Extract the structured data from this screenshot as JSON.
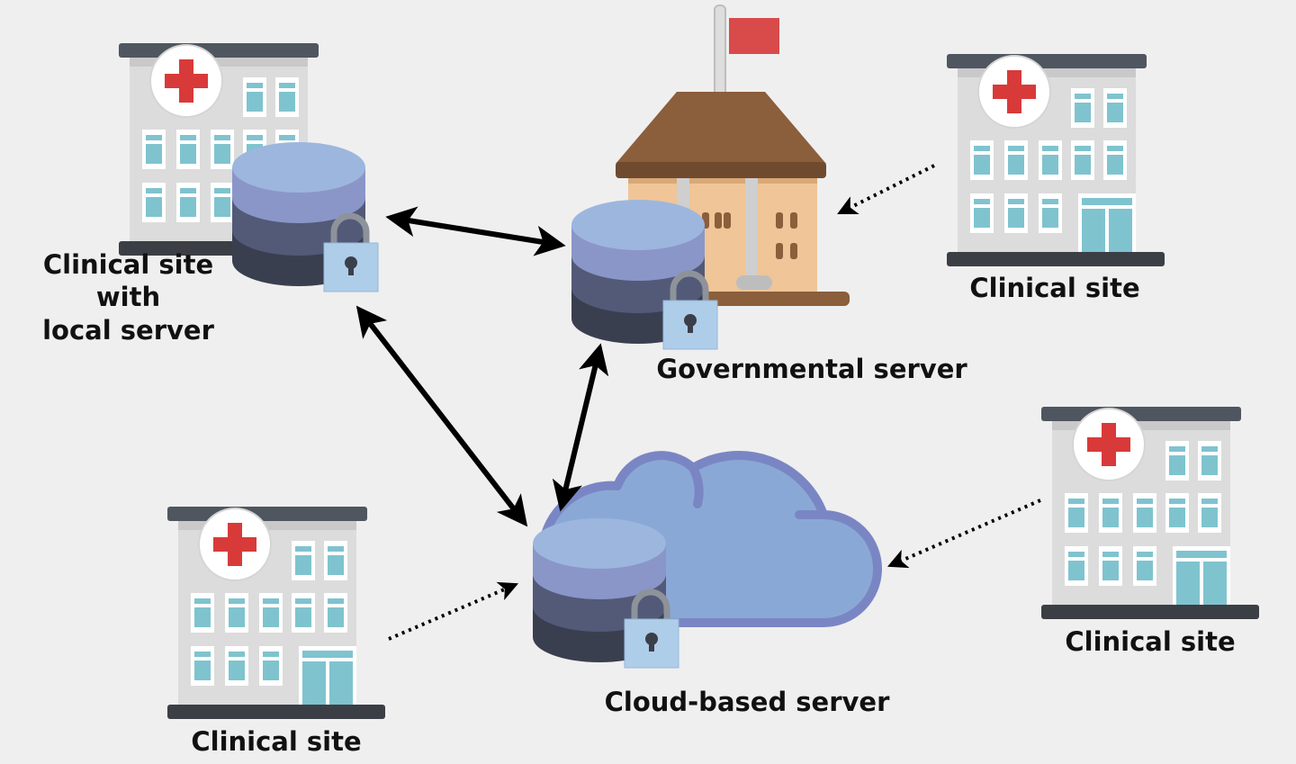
{
  "labels": {
    "local_site": [
      "Clinical site",
      "with",
      "local server"
    ],
    "governmental_server": "Governmental server",
    "cloud_server": "Cloud-based server",
    "clinical_site_top_right": "Clinical site",
    "clinical_site_bottom_right": "Clinical site",
    "clinical_site_bottom_left": "Clinical site"
  },
  "connections": [
    {
      "from": "local-server",
      "to": "governmental-server",
      "style": "solid",
      "direction": "bidirectional"
    },
    {
      "from": "local-server",
      "to": "cloud-server",
      "style": "solid",
      "direction": "bidirectional"
    },
    {
      "from": "governmental-server",
      "to": "cloud-server",
      "style": "solid",
      "direction": "bidirectional"
    },
    {
      "from": "clinical-site-top-right",
      "to": "governmental-server",
      "style": "dotted",
      "direction": "one-way"
    },
    {
      "from": "clinical-site-bottom-right",
      "to": "cloud-server",
      "style": "dotted",
      "direction": "one-way"
    },
    {
      "from": "clinical-site-bottom-left",
      "to": "cloud-server",
      "style": "dotted",
      "direction": "one-way"
    }
  ],
  "colors": {
    "background": "#efefef",
    "cross": "#d83a3a",
    "window": "#7fc3cf",
    "building": "#dcdcdc",
    "cloud": "#8aa8d6",
    "cloud_outline": "#7a86c4",
    "db_top": "#9db6de",
    "db_band1": "#8a96c8",
    "db_band2": "#535a78",
    "db_band3": "#3a3f4f",
    "lock": "#aecde9",
    "roof": "#8b5e3c",
    "gov_wall": "#f0c597",
    "flag": "#d94a4a"
  }
}
